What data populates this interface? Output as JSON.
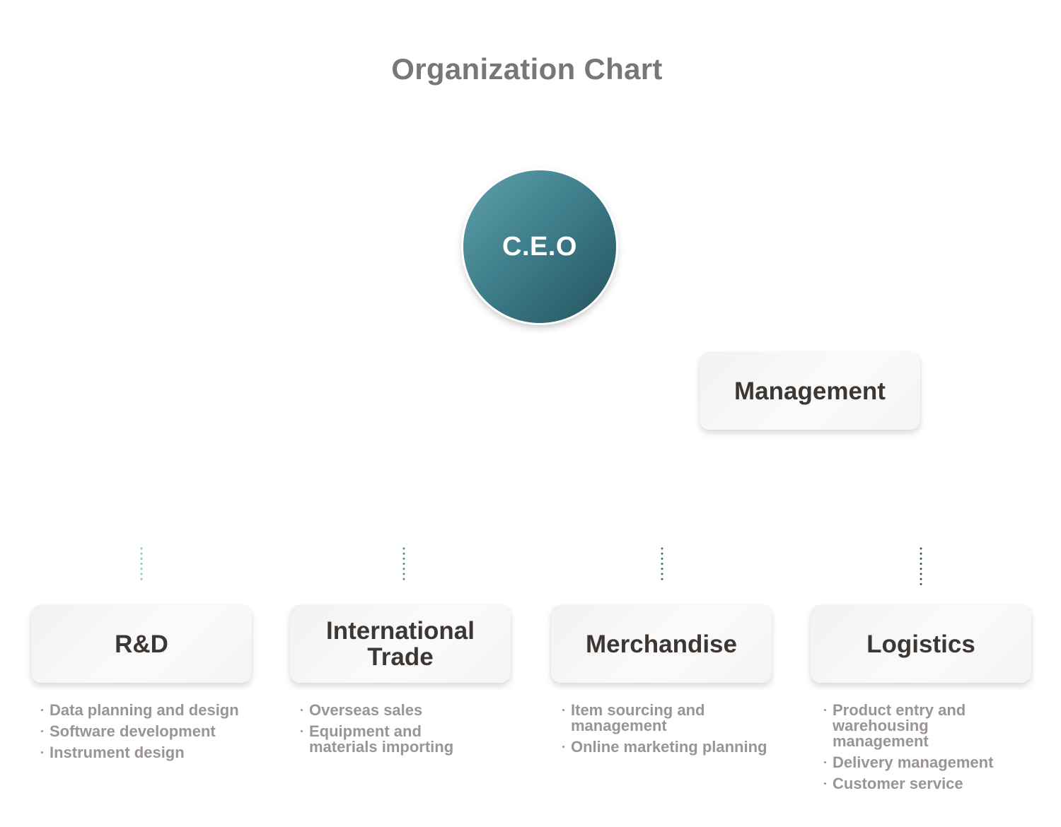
{
  "title": "Organization Chart",
  "ceo": {
    "label": "C.E.O"
  },
  "staff": {
    "label": "Management"
  },
  "departments": [
    {
      "name": "R&D",
      "duties": [
        "Data planning and design",
        "Software development",
        "Instrument design"
      ]
    },
    {
      "name": "International Trade",
      "duties": [
        "Overseas sales",
        "Equipment and materials importing"
      ]
    },
    {
      "name": "Merchandise",
      "duties": [
        "Item sourcing and management",
        "Online marketing planning"
      ]
    },
    {
      "name": "Logistics",
      "duties": [
        "Product entry and warehousing management",
        "Delivery management",
        "Customer service"
      ]
    }
  ],
  "colors": {
    "ceo_light": "#5fa1ab",
    "ceo_dark": "#24525f",
    "connector_light": "#7fb8c2",
    "connector_dark": "#2f5560"
  }
}
